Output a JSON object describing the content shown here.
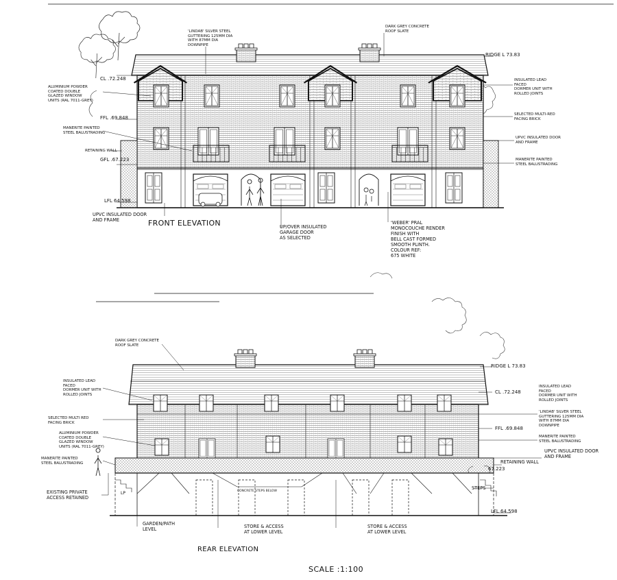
{
  "front": {
    "title": "FRONT ELEVATION",
    "levels": {
      "ridge": "RIDGE L 73.83",
      "cl": "CL .72.248",
      "ffl": "FFL .69.848",
      "gfl": "GFL .67.223",
      "lfl": "LFL 64.598"
    },
    "labels": {
      "guttering": "'LINDAB' SILVER STEEL\nGUTTERING 125mm DIA\nWITH 87mm DIA\nDOWNPIPE",
      "roof_slate": "DARK GREY CONCRETE\nROOF SLATE",
      "aluminium": "ALUMINIUM POWDER\nCOATED DOUBLE\nGLAZED WINDOW\nUNITS (RAL 7011-GREY)",
      "balustrading_left": "MANERITE PAINTED\nSTEEL BALUSTRADING",
      "retaining_wall": "RETAINING WALL",
      "upvc_door": "UPVC INSULATED DOOR\nAND FRAME",
      "garage_door": "UP/OVER INSULATED\nGARAGE DOOR\nAS SELECTED",
      "render": "'WEBER' PRAL\nMONOCOUCHE RENDER\nFINISH WITH\nBELL CAST FORMED\nSMOOTH PLINTH.\nCOLOUR REF:\n675 WHITE",
      "dormer": "INSULATED LEAD\nFACED\nDORMER UNIT WITH\nROLLED JOINTS",
      "facing_brick": "SELECTED MULTI-RED\nFACING BRICK",
      "upvc_right": "UPVC INSULATED DOOR\nAND FRAME",
      "balustrading_right": "MANERITE PAINTED\nSTEEL BALUSTRADING"
    }
  },
  "rear": {
    "title": "REAR ELEVATION",
    "levels": {
      "ridge": "RIDGE L 73.83",
      "cl": "CL .72.248",
      "ffl": "FFL .69.848",
      "gfl": "67.223",
      "lfl": "LFL 64.598",
      "lp": "LP"
    },
    "labels": {
      "roof_slate": "DARK GREY CONCRETE\nROOF SLATE",
      "dormer": "INSULATED LEAD\nFACED\nDORMER UNIT WITH\nROLLED JOINTS",
      "facing_brick": "SELECTED MULTI RED\nFACING BRICK",
      "aluminium": "ALUMINIUM POWDER\nCOATED DOUBLE\nGLAZED WINDOW\nUNITS (RAL 7011-GREY)",
      "balustrading_left": "MANERITE PAINTED\nSTEEL BALUSTRADING",
      "existing_access": "EXISTING PRIVATE\nACCESS RETAINED",
      "dormer_right": "INSULATED LEAD\nFACED\nDORMER UNIT WITH\nROLLED JOINTS",
      "guttering_right": "'LINDAB' SILVER STEEL\nGUTTERING 125mm DIA\nWITH 87mm DIA\nDOWNPIPE",
      "balustrading_right": "MANERITE PAINTED\nSTEEL BALUSTRADING",
      "upvc_door": "UPVC INSULATED DOOR\nAND FRAME",
      "retaining_wall": "RETAINING WALL",
      "steps": "STEPS",
      "garden": "GARDEN/PATH\nLEVEL",
      "store1": "STORE & ACCESS\nAT LOWER LEVEL",
      "store2": "STORE & ACCESS\nAT LOWER LEVEL",
      "concrete_steps": "CONCRETE STEPS BELOW"
    }
  },
  "scale": "SCALE :1:100"
}
